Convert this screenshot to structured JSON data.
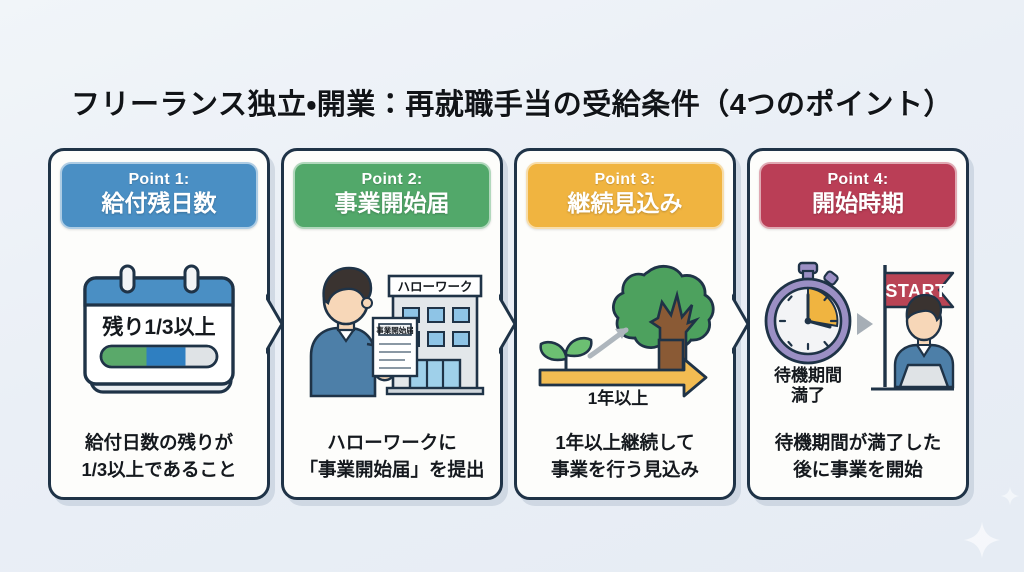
{
  "page": {
    "title": "フリーランス独立・開業：再就職手当の受給条件（4つのポイント）",
    "background_color": "#eef2f7"
  },
  "cards": [
    {
      "point_label": "Point 1:",
      "heading": "給付残日数",
      "accent_color": "#4a8fc4",
      "icon_name": "calendar-icon",
      "illustration_text": "残り1/3以上",
      "desc_line1": "給付日数の残りが",
      "desc_line2": "1/3以上であること",
      "progress": {
        "green_pct": 33,
        "blue_pct": 33,
        "gray_pct": 34,
        "green_color": "#5aa96a",
        "blue_color": "#2f7fc1",
        "gray_color": "#dfe3e6"
      }
    },
    {
      "point_label": "Point 2:",
      "heading": "事業開始届",
      "accent_color": "#52a86a",
      "icon_name": "person-submitting-document-icon",
      "illustration_text": "ハローワーク",
      "document_label": "事業開始届",
      "desc_line1": "ハローワークに",
      "desc_line2": "「事業開始届」を提出"
    },
    {
      "point_label": "Point 3:",
      "heading": "継続見込み",
      "accent_color": "#f0b440",
      "icon_name": "sprout-to-tree-growth-icon",
      "illustration_text": "1年以上",
      "desc_line1": "1年以上継続して",
      "desc_line2": "事業を行う見込み"
    },
    {
      "point_label": "Point 4:",
      "heading": "開始時期",
      "accent_color": "#ba3e56",
      "icon_name": "stopwatch-start-flag-icon",
      "illustration_text_line1": "待機期間",
      "illustration_text_line2": "満了",
      "flag_label": "START",
      "desc_line1": "待機期間が満了した",
      "desc_line2": "後に事業を開始"
    }
  ]
}
